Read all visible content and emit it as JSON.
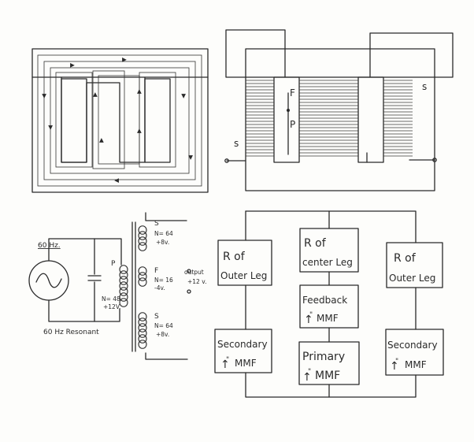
{
  "core_flux": {
    "arrow_glyph": "▲"
  },
  "core_winding": {
    "label_f": "F",
    "label_p": "P",
    "label_s_left": "s",
    "label_s_right": "s"
  },
  "circuit": {
    "source_freq": "60 Hz.",
    "resonant_label": "60 Hz Resonant",
    "primary": {
      "name": "P",
      "turns": "N= 48",
      "volts": "+12V."
    },
    "windings": [
      {
        "name": "S",
        "turns": "N= 64",
        "volts": "+8v."
      },
      {
        "name": "F",
        "turns": "N= 16",
        "volts": "-4v."
      },
      {
        "name": "S",
        "turns": "N= 64",
        "volts": "+8v."
      }
    ],
    "output_label": "output",
    "output_volts": "+12 v."
  },
  "mmf_diagram": {
    "left_top": {
      "line1": "R of",
      "line2": "Outer Leg"
    },
    "center_top": {
      "line1": "R of",
      "line2": "center Leg"
    },
    "right_top": {
      "line1": "R of",
      "line2": "Outer Leg"
    },
    "feedback": {
      "line1": "Feedback",
      "line2": "MMF"
    },
    "left_bottom": {
      "line1": "Secondary",
      "line2": "MMF"
    },
    "primary": {
      "line1": "Primary",
      "line2": "MMF"
    },
    "right_bottom": {
      "line1": "Secondary",
      "line2": "MMF"
    },
    "arrow_glyph": "↑",
    "quote_glyph": "\""
  }
}
